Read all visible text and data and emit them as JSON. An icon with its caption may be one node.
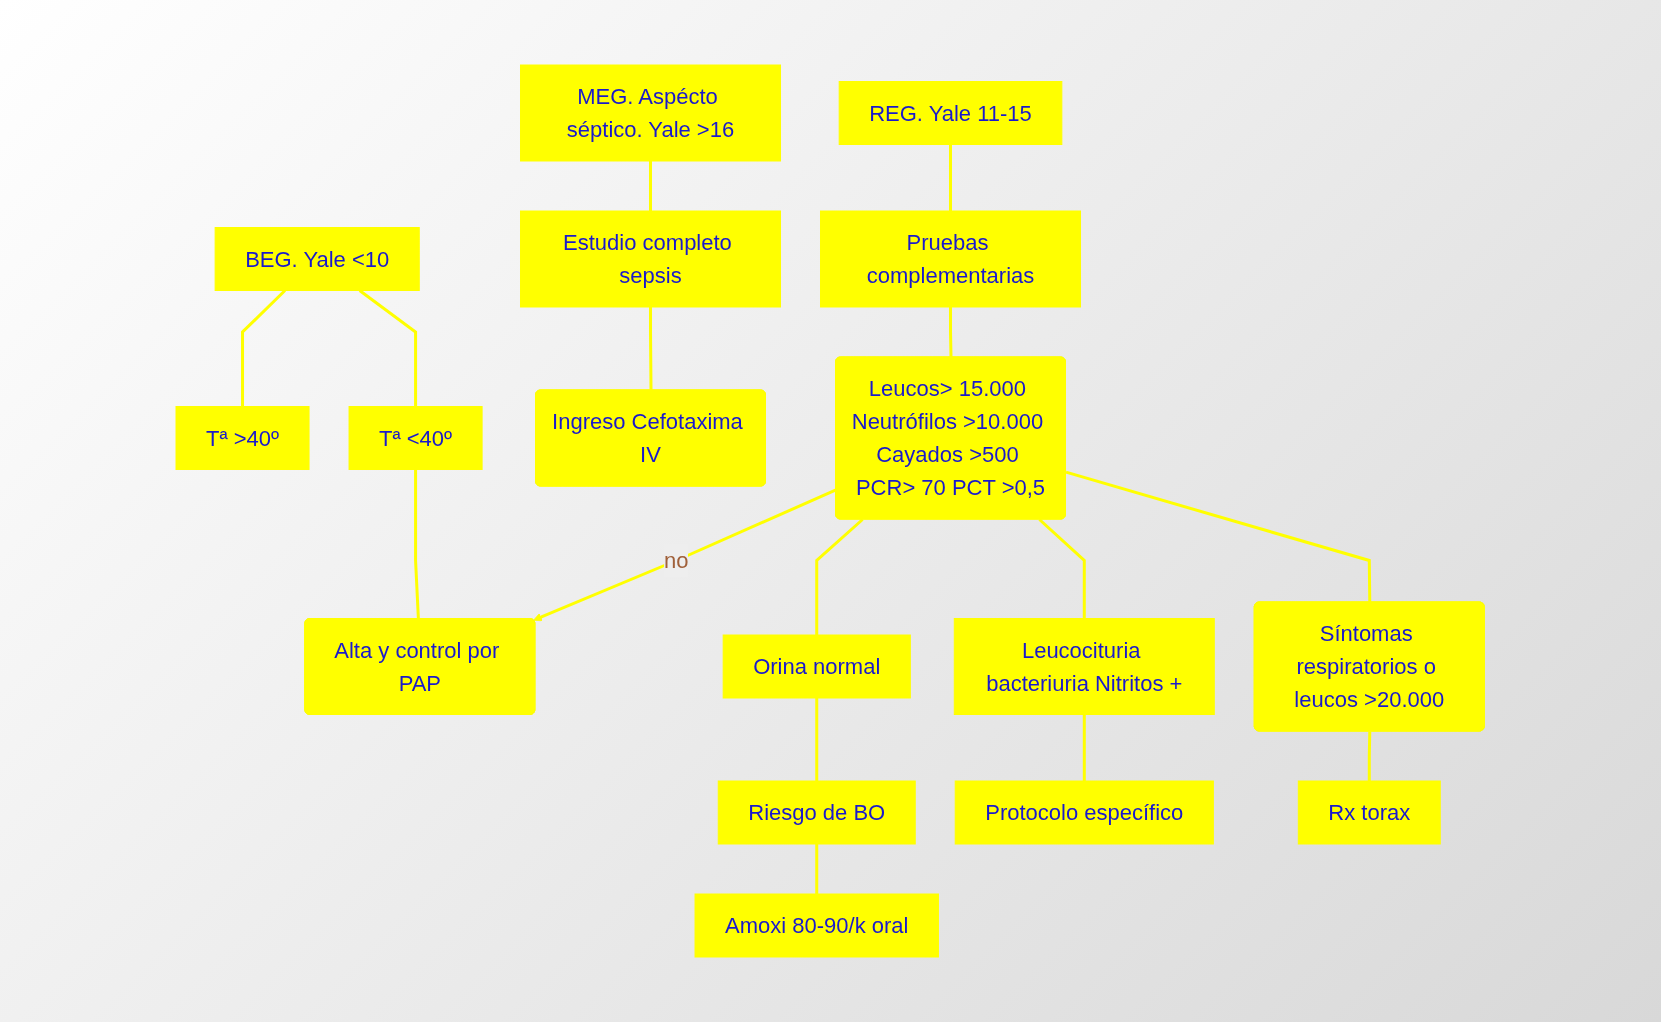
{
  "diagram": {
    "nodes": [
      {
        "text": [
          "MEG. Aspécto séptico. Yale >16"
        ]
      },
      {
        "text": [
          "REG. Yale 11-15"
        ]
      },
      {
        "text": [
          "BEG. Yale <10"
        ]
      },
      {
        "text": [
          "Estudio completo sepsis"
        ]
      },
      {
        "text": [
          "Pruebas complementarias"
        ]
      },
      {
        "text": [
          "Tª >40º"
        ]
      },
      {
        "text": [
          "Tª <40º"
        ]
      },
      {
        "text": [
          "Ingreso Cefotaxima IV"
        ]
      },
      {
        "text": [
          "Leucos> 15.000 Neutrófilos >10.000 Cayados >500 PCR> 70 PCT >0,5"
        ]
      },
      {
        "text": [
          "Alta y control por PAP"
        ]
      },
      {
        "text": [
          "Orina normal"
        ]
      },
      {
        "text": [
          "Leucocituria bacteriuria Nitritos +"
        ]
      },
      {
        "text": [
          "Síntomas respiratorios o leucos >20.000"
        ]
      },
      {
        "text": [
          "Riesgo de BO"
        ]
      },
      {
        "text": [
          "Protocolo específico"
        ]
      },
      {
        "text": [
          "Rx torax"
        ]
      },
      {
        "text": [
          "Amoxi 80-90/k oral"
        ]
      }
    ],
    "edges": [
      {
        "from": 0,
        "to": 3,
        "arrow": "none"
      },
      {
        "from": 3,
        "to": 7,
        "arrow": "none"
      },
      {
        "from": 1,
        "to": 4,
        "arrow": "none"
      },
      {
        "from": 4,
        "to": 8,
        "arrow": "none"
      },
      {
        "from": 2,
        "to": 5,
        "arrow": "none"
      },
      {
        "from": 2,
        "to": 6,
        "arrow": "none"
      },
      {
        "from": 6,
        "to": 9,
        "arrow": "none"
      },
      {
        "from": 8,
        "to": 9,
        "label": "no",
        "arrow": "to"
      },
      {
        "from": 8,
        "to": 10,
        "arrow": "none"
      },
      {
        "from": 8,
        "to": 11,
        "arrow": "none"
      },
      {
        "from": 8,
        "to": 12,
        "arrow": "none"
      },
      {
        "from": 10,
        "to": 13,
        "arrow": "none"
      },
      {
        "from": 13,
        "to": 16,
        "arrow": "none"
      },
      {
        "from": 11,
        "to": 14,
        "arrow": "none"
      },
      {
        "from": 12,
        "to": 15,
        "arrow": "none"
      }
    ]
  }
}
